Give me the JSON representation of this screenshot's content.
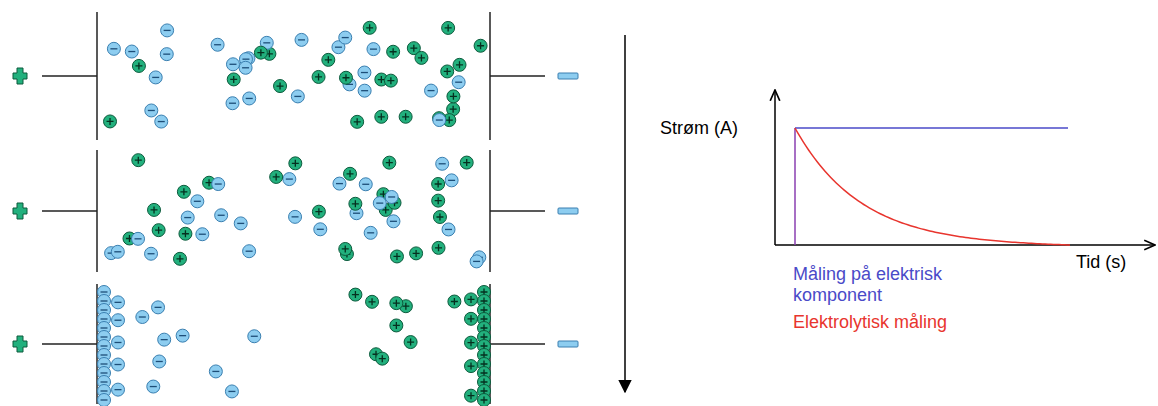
{
  "diagram": {
    "labels": [
      "Strøm (A)",
      "Tid (s)"
    ],
    "legend": [
      {
        "text": "Måling på elektrisk komponent",
        "color": "#4a4ac8"
      },
      {
        "text": "Elektrolytisk måling",
        "color": "#e8352e"
      }
    ]
  }
}
